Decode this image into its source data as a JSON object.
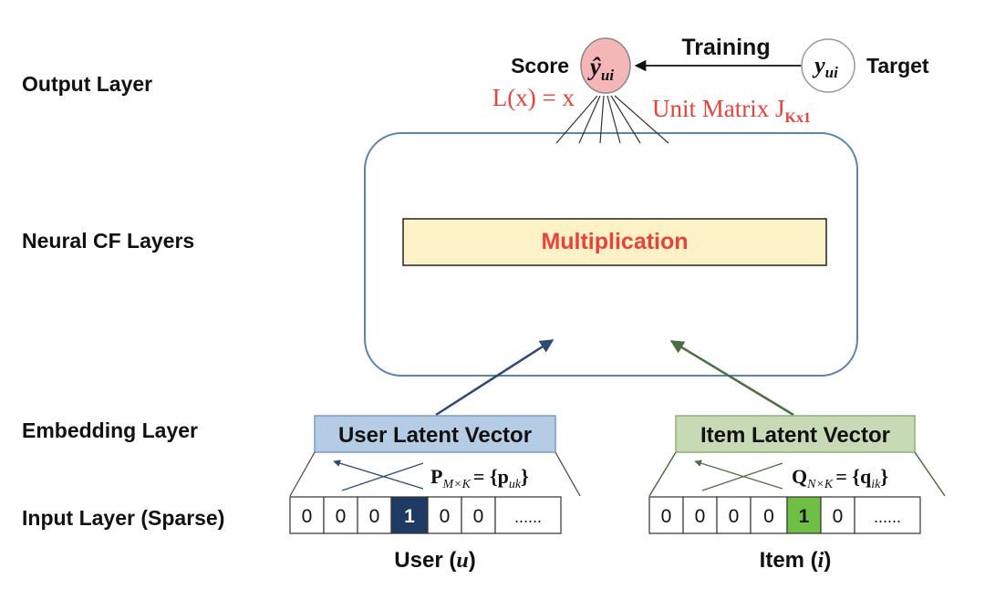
{
  "layers": {
    "output": "Output Layer",
    "neural_cf": "Neural CF Layers",
    "embedding": "Embedding Layer",
    "input": "Input Layer (Sparse)"
  },
  "output": {
    "score_label": "Score",
    "score_symbol": "ŷ",
    "score_subscript": "ui",
    "activation": "L(x) = x",
    "training_label": "Training",
    "target_symbol": "y",
    "target_subscript": "ui",
    "target_label": "Target",
    "unit_matrix_label": "Unit Matrix J",
    "unit_matrix_subscript": "Kx1"
  },
  "neural_cf": {
    "operation": "Multiplication"
  },
  "user": {
    "latent_label": "User Latent Vector",
    "matrix_symbol": "P",
    "matrix_subscript": "M×K",
    "matrix_rhs": "= {p",
    "matrix_rhs_subscript": "uk",
    "matrix_rhs_close": "}",
    "input_cells": [
      "0",
      "0",
      "0",
      "1",
      "0",
      "0",
      "......"
    ],
    "active_index": 3,
    "caption_prefix": "User (",
    "caption_var": "u",
    "caption_suffix": ")"
  },
  "item": {
    "latent_label": "Item Latent Vector",
    "matrix_symbol": "Q",
    "matrix_subscript": "N×K",
    "matrix_rhs": "= {q",
    "matrix_rhs_subscript": "ik",
    "matrix_rhs_close": "}",
    "input_cells": [
      "0",
      "0",
      "0",
      "0",
      "1",
      "0",
      "......"
    ],
    "active_index": 4,
    "caption_prefix": "Item (",
    "caption_var": "i",
    "caption_suffix": ")"
  },
  "colors": {
    "score_fill": "#f4b6b6",
    "red_text": "#e8423a",
    "panel_border": "#5b84b1",
    "mult_fill": "#fdf1c8",
    "user_box_fill": "#b4cce4",
    "user_box_border": "#7a9cc4",
    "user_active": "#1f3b64",
    "user_arrow": "#2d4a72",
    "item_box_fill": "#c8d9b6",
    "item_box_border": "#8fae78",
    "item_active": "#6fbf45",
    "item_arrow": "#4d6e43"
  }
}
